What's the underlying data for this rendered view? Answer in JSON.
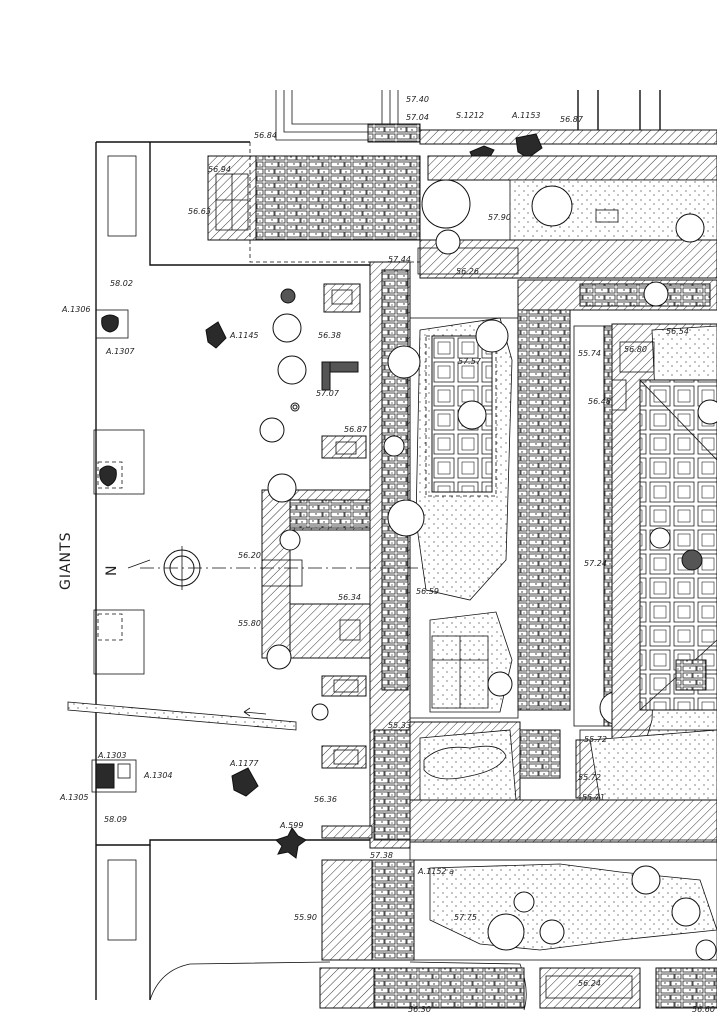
{
  "title_label": "GIANTS",
  "north_label": "N",
  "elevations": {
    "e5740": "57.40",
    "e5704": "57.04",
    "e5687": "56.87",
    "e5684": "56.84",
    "e5694": "56.94",
    "e5663": "56.63",
    "e5790": "57.90",
    "e5744": "57.44",
    "e5626": "56.26",
    "e5802": "58.02",
    "e5638": "56.38",
    "e5757": "57.57",
    "e5574": "55.74",
    "e5680": "56.80",
    "e5654": "56.54",
    "e5648": "56.48",
    "e5707": "57.07",
    "e5687b": "56.87",
    "e5620": "56.20",
    "e5634": "56.34",
    "e5659": "56.59",
    "e5724": "57.24",
    "e5580": "55.80",
    "e5533": "55.33",
    "e5572a": "55.72",
    "e5572b": "55.72",
    "e5571": "55.71",
    "e5636": "56.36",
    "e5809": "58.09",
    "e5738": "57.38",
    "e5590": "55.90",
    "e5775": "57.75",
    "e5624": "56.24",
    "e5630": "56.30",
    "e5660": "56.60"
  },
  "finds": {
    "s1212": "S.1212",
    "a1153": "A.1153",
    "a1306": "A.1306",
    "a1307": "A.1307",
    "a1145": "A.1145",
    "a1303": "A.1303",
    "a1304": "A.1304",
    "a1305": "A.1305",
    "a1177": "A.1177",
    "a599": "A.599",
    "a1152a": "A.1152 a"
  }
}
